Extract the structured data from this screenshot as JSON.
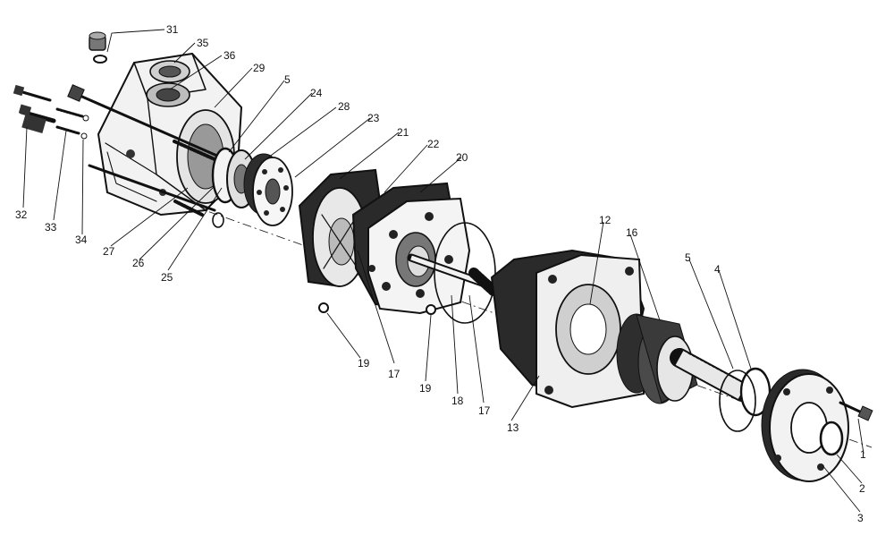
{
  "diagram": {
    "callouts": [
      {
        "id": "c31",
        "text": "31"
      },
      {
        "id": "c35",
        "text": "35"
      },
      {
        "id": "c36",
        "text": "36"
      },
      {
        "id": "c29",
        "text": "29"
      },
      {
        "id": "c5a",
        "text": "5"
      },
      {
        "id": "c24",
        "text": "24"
      },
      {
        "id": "c28",
        "text": "28"
      },
      {
        "id": "c23",
        "text": "23"
      },
      {
        "id": "c21",
        "text": "21"
      },
      {
        "id": "c22",
        "text": "22"
      },
      {
        "id": "c20",
        "text": "20"
      },
      {
        "id": "c12",
        "text": "12"
      },
      {
        "id": "c16",
        "text": "16"
      },
      {
        "id": "c5b",
        "text": "5"
      },
      {
        "id": "c4",
        "text": "4"
      },
      {
        "id": "c1",
        "text": "1"
      },
      {
        "id": "c2",
        "text": "2"
      },
      {
        "id": "c3",
        "text": "3"
      },
      {
        "id": "c13",
        "text": "13"
      },
      {
        "id": "c17a",
        "text": "17"
      },
      {
        "id": "c18",
        "text": "18"
      },
      {
        "id": "c19a",
        "text": "19"
      },
      {
        "id": "c17b",
        "text": "17"
      },
      {
        "id": "c19b",
        "text": "19"
      },
      {
        "id": "c25",
        "text": "25"
      },
      {
        "id": "c26",
        "text": "26"
      },
      {
        "id": "c27",
        "text": "27"
      },
      {
        "id": "c34",
        "text": "34"
      },
      {
        "id": "c33",
        "text": "33"
      },
      {
        "id": "c32",
        "text": "32"
      }
    ]
  }
}
